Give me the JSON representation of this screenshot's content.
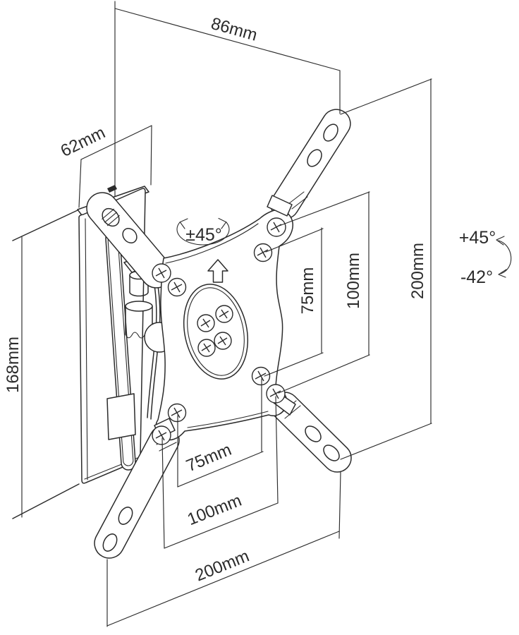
{
  "drawing": {
    "subject": "Tilting and swiveling TV wall mount bracket - dimensioned technical drawing",
    "background_color": "#ffffff",
    "line_color": "#2b2b2b",
    "dimensions": {
      "mount_depth": "86mm",
      "wall_plate_width": "62mm",
      "wall_plate_height": "168mm",
      "vesa_vertical_75": "75mm",
      "vesa_vertical_100": "100mm",
      "overall_height": "200mm",
      "vesa_horizontal_75": "75mm",
      "vesa_horizontal_100": "100mm",
      "overall_width": "200mm"
    },
    "angles": {
      "swivel_range": "±45°",
      "tilt_up": "+45°",
      "tilt_down": "-42°"
    }
  }
}
